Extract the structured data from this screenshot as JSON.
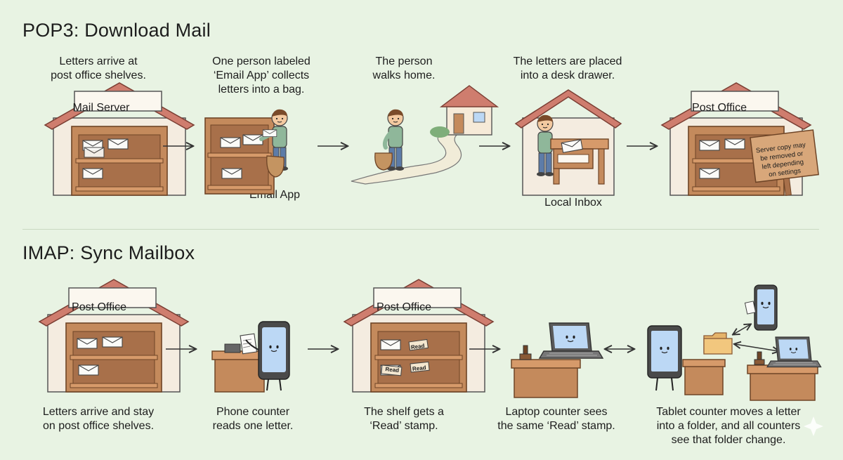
{
  "pop3": {
    "title": "POP3: Download Mail",
    "steps": [
      "Letters arrive at\npost office shelves.",
      "One person labeled\n‘Email App’ collects\nletters into a bag.",
      "The person\nwalks home.",
      "The letters are placed\ninto a desk drawer."
    ],
    "mail_server_sign": "Mail Server",
    "email_app_label": "Email App",
    "local_inbox_label": "Local Inbox",
    "post_office_sign": "Post Office",
    "server_note": "Server copy may\nbe removed or\nleft depending\non settings"
  },
  "imap": {
    "title": "IMAP: Sync Mailbox",
    "post_office_sign": "Post Office",
    "stamp_text": "Read",
    "steps": [
      "Letters arrive and stay\non post office shelves.",
      "Phone counter\nreads one letter.",
      "The shelf gets a\n‘Read’ stamp.",
      "Laptop counter sees\nthe same ‘Read’ stamp.",
      "Tablet counter moves a letter\ninto a folder, and all counters\nsee that folder change."
    ]
  },
  "colors": {
    "background": "#e8f3e3",
    "roof": "#cf7d6e",
    "wood": "#c48a5c",
    "wood_dark": "#8a5a36",
    "screen": "#bcd8f5",
    "device": "#4a4a4a"
  }
}
